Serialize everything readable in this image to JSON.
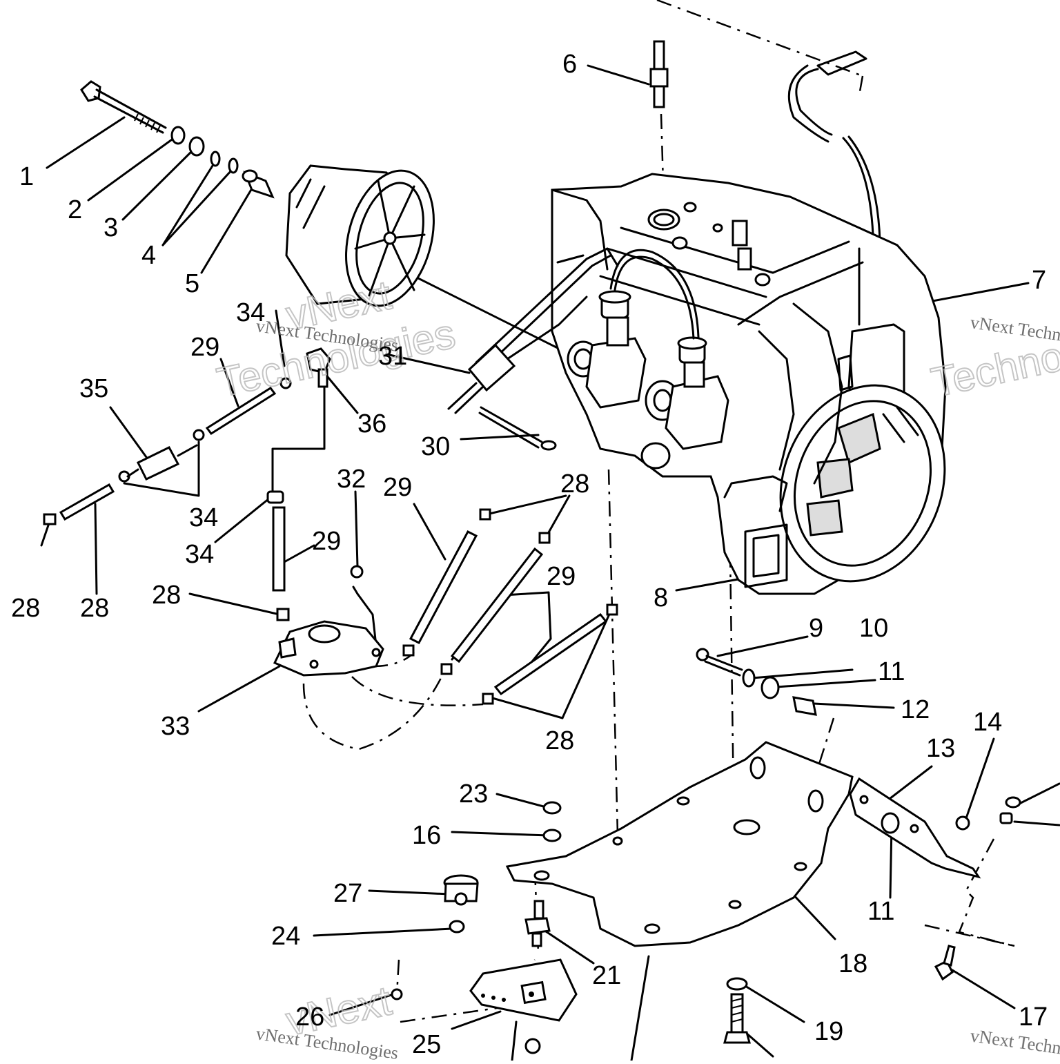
{
  "watermark": {
    "text": "vNext Technologies",
    "big_top": "vNext",
    "big_bottom": "Technologies"
  },
  "callouts": [
    "1",
    "2",
    "3",
    "4",
    "5",
    "6",
    "7",
    "8",
    "9",
    "10",
    "11",
    "11",
    "12",
    "13",
    "14",
    "16",
    "17",
    "18",
    "19",
    "21",
    "23",
    "24",
    "25",
    "26",
    "27",
    "28",
    "28",
    "28",
    "28",
    "28",
    "29",
    "29",
    "29",
    "29",
    "30",
    "31",
    "32",
    "33",
    "34",
    "34",
    "34",
    "35",
    "36"
  ]
}
